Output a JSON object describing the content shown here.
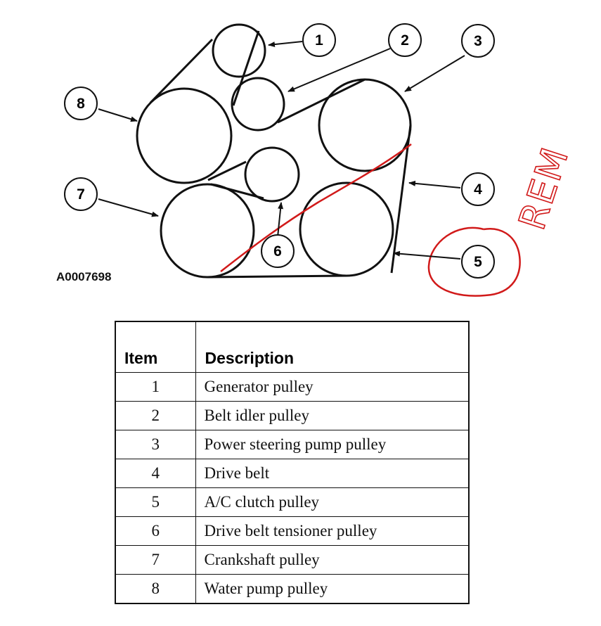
{
  "figure_id": "A0007698",
  "callouts": [
    "1",
    "2",
    "3",
    "4",
    "5",
    "6",
    "7",
    "8"
  ],
  "annotation_text": "REM",
  "colors": {
    "ink": "#111111",
    "annotation": "#d11a1a"
  },
  "table": {
    "headers": {
      "item": "Item",
      "description": "Description"
    },
    "rows": [
      {
        "item": "1",
        "description": "Generator pulley"
      },
      {
        "item": "2",
        "description": "Belt idler pulley"
      },
      {
        "item": "3",
        "description": "Power steering pump pulley"
      },
      {
        "item": "4",
        "description": "Drive belt"
      },
      {
        "item": "5",
        "description": "A/C clutch pulley"
      },
      {
        "item": "6",
        "description": "Drive belt tensioner pulley"
      },
      {
        "item": "7",
        "description": "Crankshaft pulley"
      },
      {
        "item": "8",
        "description": "Water pump pulley"
      }
    ]
  }
}
